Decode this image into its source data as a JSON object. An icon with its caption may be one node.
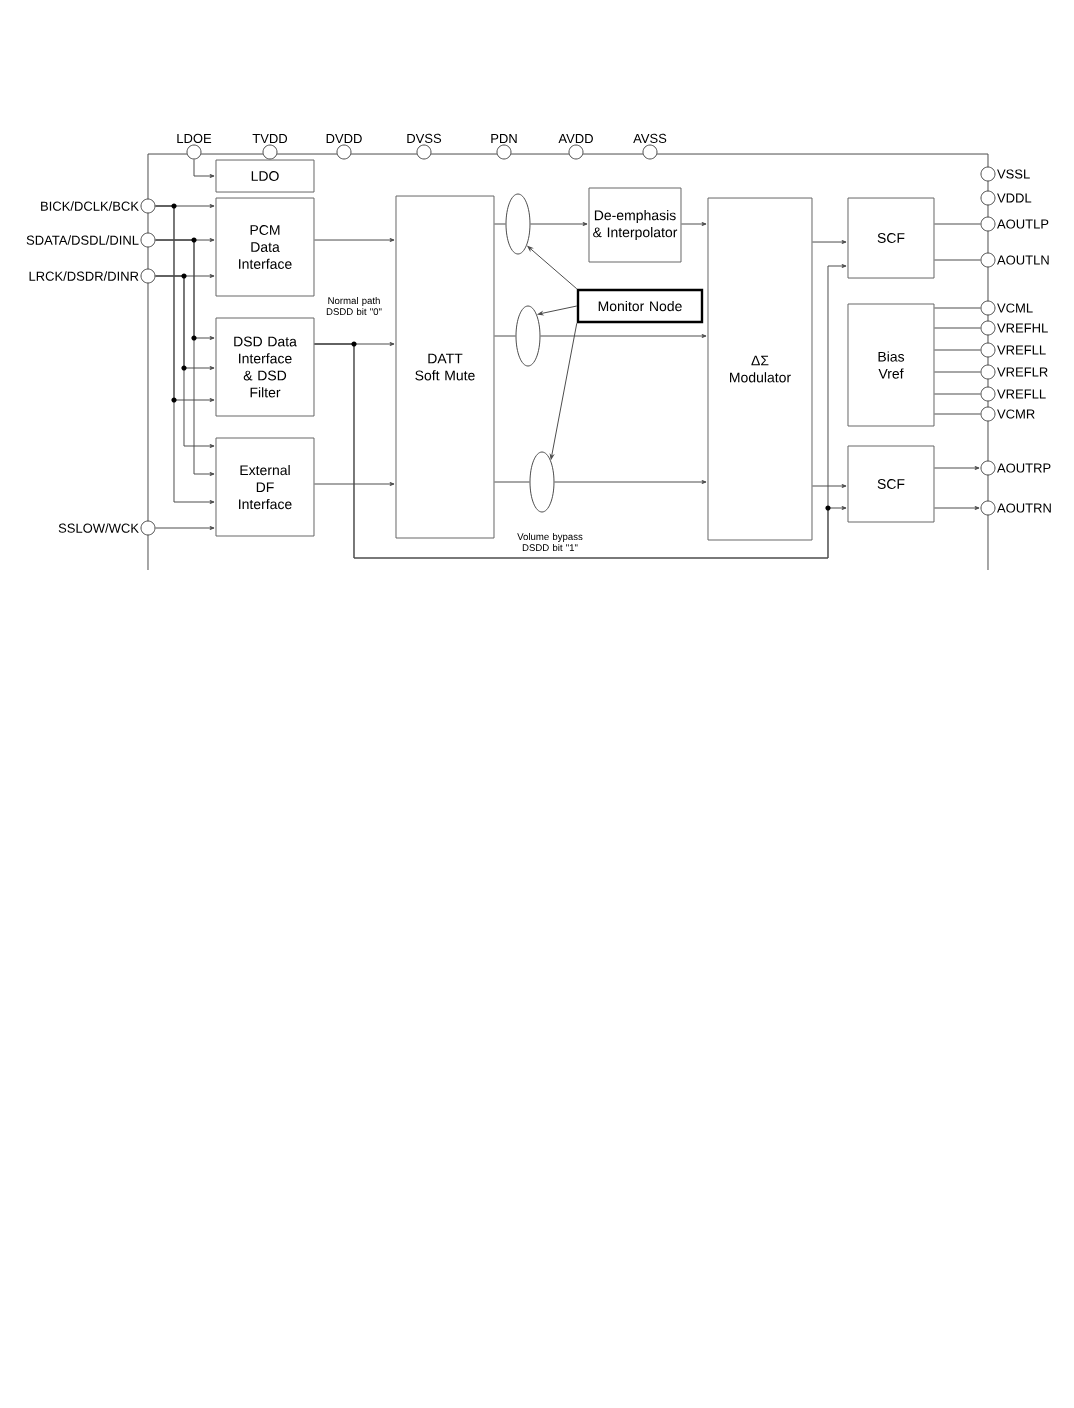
{
  "diagram": {
    "nodes": [
      {
        "text": [],
        "shape": "circle",
        "beside": [
          "LDOE"
        ]
      },
      {
        "text": [],
        "shape": "circle",
        "beside": [
          "TVDD"
        ]
      },
      {
        "text": [],
        "shape": "circle",
        "beside": [
          "DVDD"
        ]
      },
      {
        "text": [],
        "shape": "circle",
        "beside": [
          "DVSS"
        ]
      },
      {
        "text": [],
        "shape": "circle",
        "beside": [
          "PDN"
        ]
      },
      {
        "text": [],
        "shape": "circle",
        "beside": [
          "AVDD"
        ]
      },
      {
        "text": [],
        "shape": "circle",
        "beside": [
          "AVSS"
        ]
      },
      {
        "text": [],
        "shape": "circle",
        "beside": [
          "BICK/DCLK/BCK"
        ]
      },
      {
        "text": [],
        "shape": "circle",
        "beside": [
          "SDATA/DSDL/DINL"
        ]
      },
      {
        "text": [],
        "shape": "circle",
        "beside": [
          "LRCK/DSDR/DINR"
        ]
      },
      {
        "text": [],
        "shape": "circle",
        "beside": [
          "SSLOW/WCK"
        ]
      },
      {
        "text": [],
        "shape": "circle",
        "beside": [
          "VSSL"
        ]
      },
      {
        "text": [],
        "shape": "circle",
        "beside": [
          "VDDL"
        ]
      },
      {
        "text": [],
        "shape": "circle",
        "beside": [
          "AOUTLP"
        ]
      },
      {
        "text": [],
        "shape": "circle",
        "beside": [
          "AOUTLN"
        ]
      },
      {
        "text": [],
        "shape": "circle",
        "beside": [
          "VCML"
        ]
      },
      {
        "text": [],
        "shape": "circle",
        "beside": [
          "VREFHL"
        ]
      },
      {
        "text": [],
        "shape": "circle",
        "beside": [
          "VREFLL"
        ]
      },
      {
        "text": [],
        "shape": "circle",
        "beside": [
          "VREFLR"
        ]
      },
      {
        "text": [],
        "shape": "circle",
        "beside": [
          "VREFLL"
        ]
      },
      {
        "text": [],
        "shape": "circle",
        "beside": [
          "VCMR"
        ]
      },
      {
        "text": [],
        "shape": "circle",
        "beside": [
          "AOUTRP"
        ]
      },
      {
        "text": [],
        "shape": "circle",
        "beside": [
          "AOUTRN"
        ]
      },
      {
        "text": [
          "LDO"
        ]
      },
      {
        "text": [
          "PCM Data Interface"
        ]
      },
      {
        "text": [
          "DSD Data Interface & DSD Filter"
        ]
      },
      {
        "text": [
          "External DF Interface"
        ]
      },
      {
        "text": [
          "DATT Soft Mute"
        ]
      },
      {
        "text": [],
        "shape": "ellipse"
      },
      {
        "text": [
          "De-emphasis & Interpolator"
        ]
      },
      {
        "text": [
          "Monitor Node"
        ]
      },
      {
        "text": [],
        "shape": "ellipse"
      },
      {
        "text": [],
        "shape": "ellipse"
      },
      {
        "text": [
          "ΔΣ Modulator"
        ]
      },
      {
        "text": [
          "SCF"
        ]
      },
      {
        "text": [
          "Bias Vref"
        ]
      },
      {
        "text": [
          "SCF"
        ]
      }
    ],
    "edges": [
      {
        "from": 0,
        "to": 23,
        "arrow": "to"
      },
      {
        "from": 7,
        "to": 24,
        "arrow": "to"
      },
      {
        "from": 8,
        "to": 24,
        "arrow": "to"
      },
      {
        "from": 9,
        "to": 24,
        "arrow": "to"
      },
      {
        "from": 7,
        "to": 25,
        "arrow": "to"
      },
      {
        "from": 8,
        "to": 25,
        "arrow": "to"
      },
      {
        "from": 9,
        "to": 25,
        "arrow": "to"
      },
      {
        "from": 7,
        "to": 26,
        "arrow": "to"
      },
      {
        "from": 8,
        "to": 26,
        "arrow": "to"
      },
      {
        "from": 9,
        "to": 26,
        "arrow": "to"
      },
      {
        "from": 10,
        "to": 26,
        "arrow": "to"
      },
      {
        "from": 24,
        "to": 27,
        "arrow": "to"
      },
      {
        "from": 25,
        "to": 27,
        "arrow": "to",
        "label": "Normal path DSDD bit \"0\""
      },
      {
        "from": 26,
        "to": 27,
        "arrow": "to"
      },
      {
        "from": 27,
        "to": 28,
        "arrow": "none"
      },
      {
        "from": 28,
        "to": 29,
        "arrow": "to"
      },
      {
        "from": 27,
        "to": 31,
        "arrow": "none"
      },
      {
        "from": 31,
        "to": 33,
        "arrow": "to"
      },
      {
        "from": 27,
        "to": 32,
        "arrow": "none"
      },
      {
        "from": 32,
        "to": 33,
        "arrow": "to"
      },
      {
        "from": 29,
        "to": 33,
        "arrow": "to"
      },
      {
        "from": 30,
        "to": 28,
        "arrow": "to"
      },
      {
        "from": 30,
        "to": 31,
        "arrow": "to"
      },
      {
        "from": 30,
        "to": 32,
        "arrow": "to"
      },
      {
        "from": 33,
        "to": 34,
        "arrow": "to"
      },
      {
        "from": 33,
        "to": 36,
        "arrow": "to"
      },
      {
        "from": 25,
        "to": 34,
        "arrow": "to"
      },
      {
        "from": 25,
        "to": 36,
        "arrow": "to",
        "label": "Volume bypass DSDD bit \"1\""
      },
      {
        "from": 34,
        "to": 13,
        "arrow": "none"
      },
      {
        "from": 34,
        "to": 14,
        "arrow": "none"
      },
      {
        "from": 35,
        "to": 15,
        "arrow": "none"
      },
      {
        "from": 35,
        "to": 16,
        "arrow": "none"
      },
      {
        "from": 35,
        "to": 17,
        "arrow": "none"
      },
      {
        "from": 35,
        "to": 18,
        "arrow": "none"
      },
      {
        "from": 35,
        "to": 19,
        "arrow": "none"
      },
      {
        "from": 35,
        "to": 20,
        "arrow": "none"
      },
      {
        "from": 36,
        "to": 21,
        "arrow": "to"
      },
      {
        "from": 36,
        "to": 22,
        "arrow": "to"
      }
    ]
  }
}
